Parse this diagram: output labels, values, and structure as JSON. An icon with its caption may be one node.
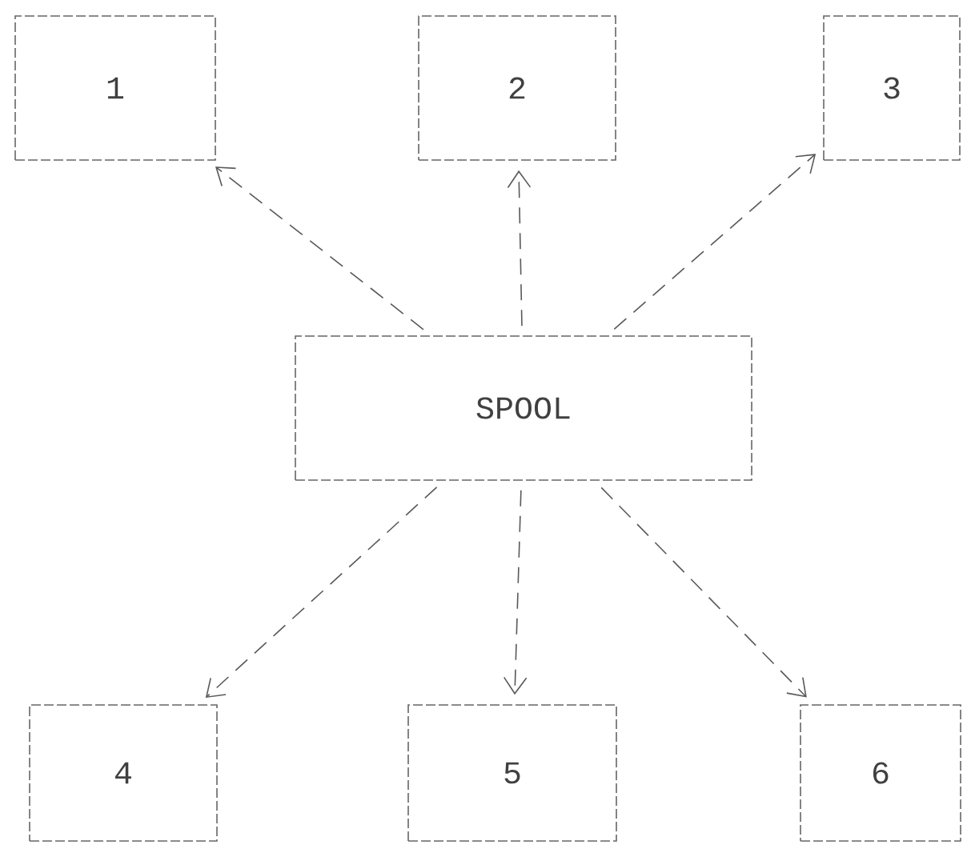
{
  "diagram": {
    "nodes": [
      {
        "text": [
          "1"
        ]
      },
      {
        "text": [
          "2"
        ]
      },
      {
        "text": [
          "3"
        ]
      },
      {
        "text": [
          "SPOOL"
        ]
      },
      {
        "text": [
          "4"
        ]
      },
      {
        "text": [
          "5"
        ]
      },
      {
        "text": [
          "6"
        ]
      }
    ],
    "edges": [
      {
        "from": 3,
        "to": 0,
        "arrow": "to"
      },
      {
        "from": 3,
        "to": 1,
        "arrow": "to"
      },
      {
        "from": 3,
        "to": 2,
        "arrow": "to"
      },
      {
        "from": 3,
        "to": 4,
        "arrow": "to"
      },
      {
        "from": 3,
        "to": 5,
        "arrow": "to"
      },
      {
        "from": 3,
        "to": 6,
        "arrow": "to"
      }
    ]
  }
}
